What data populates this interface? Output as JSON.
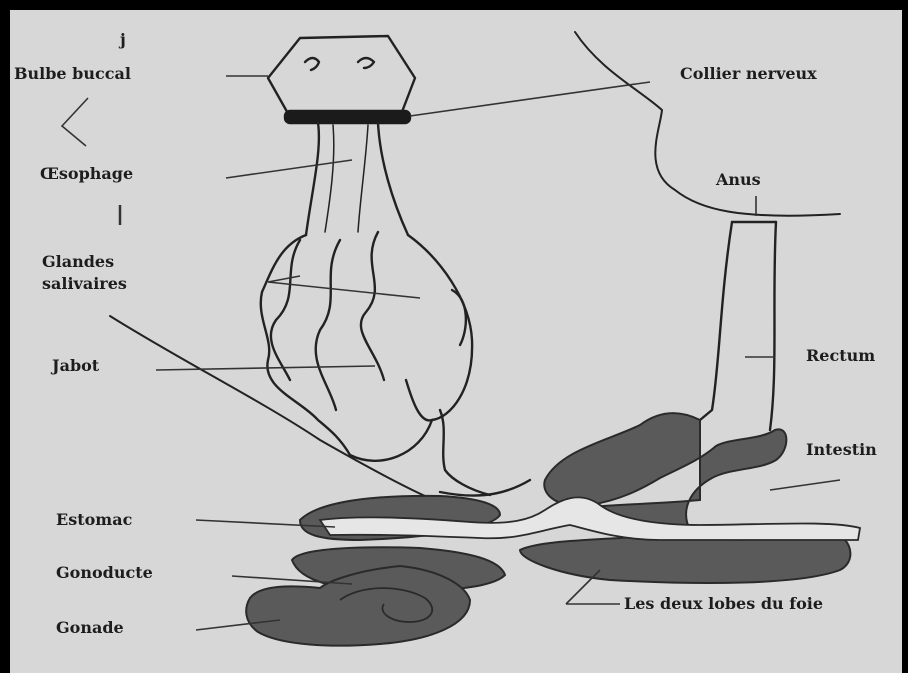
{
  "labels": {
    "mark_j": "j",
    "bulbe_buccal": "Bulbe buccal",
    "oesophage": "Œsophage",
    "glandes_line1": "Glandes",
    "glandes_line2": "salivaires",
    "jabot": "Jabot",
    "estomac": "Estomac",
    "gonoducte": "Gonoducte",
    "gonade": "Gonade",
    "collier_nerveux": "Collier nerveux",
    "anus": "Anus",
    "rectum": "Rectum",
    "intestin": "Intestin",
    "foie": "Les deux lobes du foie"
  },
  "colors": {
    "paper": "#d7d7d7",
    "ink": "#1d1d1d",
    "organ_dark": "#5a5a5a",
    "organ_light": "#e6e6e6"
  }
}
